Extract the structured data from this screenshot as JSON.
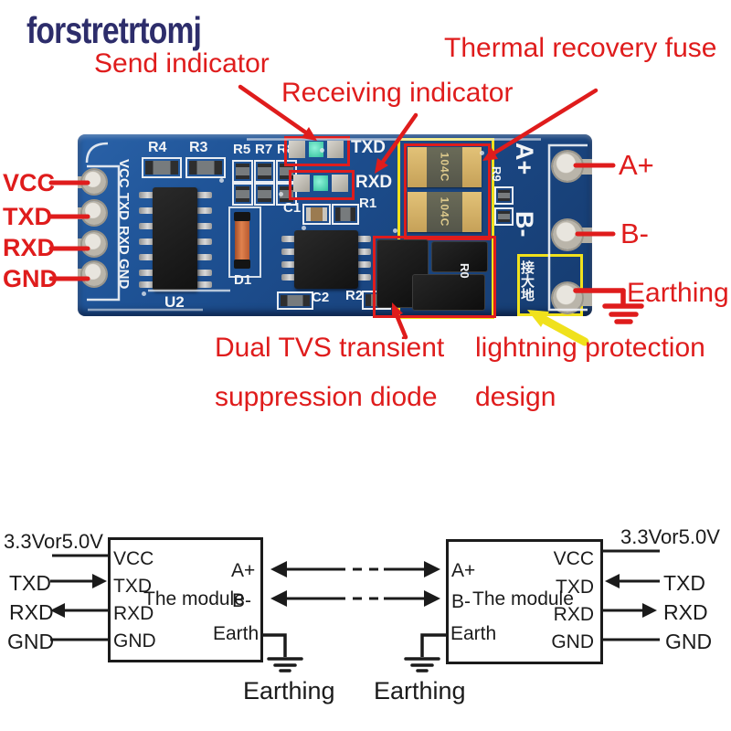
{
  "colors": {
    "red": "#df1c1c",
    "yellow": "#f0e11c",
    "navy": "#2d2d6b",
    "board_blue": "#1e5295",
    "diagram_black": "#1b1b1b"
  },
  "watermark": {
    "text": "forstretrtomj"
  },
  "photo": {
    "labels": {
      "send": "Send indicator",
      "receiving": "Receiving indicator",
      "thermal": "Thermal recovery fuse",
      "tvs_line1": "Dual TVS transient",
      "tvs_line2": "suppression diode",
      "lightning_line1": "lightning protection",
      "lightning_line2": "design",
      "vcc": "VCC",
      "txd": "TXD",
      "rxd": "RXD",
      "gnd": "GND",
      "a_plus": "A+",
      "b_minus": "B-",
      "earthing": "Earthing"
    },
    "silkscreen": {
      "r4": "R4",
      "r3": "R3",
      "r5": "R5",
      "r7": "R7",
      "r8": "R8",
      "c1": "C1",
      "r1": "R1",
      "u2": "U2",
      "d1": "D1",
      "c2": "C2",
      "r2": "R2",
      "r9": "R9",
      "r0": "R0",
      "led_txd": "TXD",
      "led_rxd": "RXD",
      "pin_vcc": "VCC",
      "pin_txd": "TXD",
      "pin_rxd": "RXD",
      "pin_gnd": "GND",
      "a_plus": "A+",
      "b_minus": "B-",
      "earth_cn": "接大地",
      "fuse_marking": "104C"
    }
  },
  "schematic": {
    "power_label": "3.3Vor5.0V",
    "module_label": "The module",
    "earthing_label": "Earthing",
    "pins": {
      "vcc": "VCC",
      "txd": "TXD",
      "rxd": "RXD",
      "gnd": "GND",
      "a_plus": "A+",
      "b_minus": "B-",
      "earth": "Earth"
    }
  }
}
